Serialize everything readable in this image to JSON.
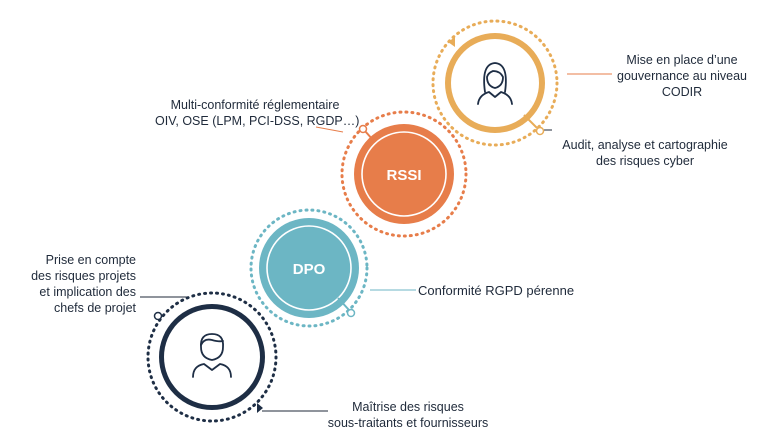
{
  "colors": {
    "navy": "#1e2e45",
    "teal": "#6cb6c4",
    "orange": "#e77d4a",
    "yellow": "#e8ac58",
    "line": "#1f2a3a"
  },
  "steps": [
    {
      "id": "management",
      "icon": "man-avatar-icon"
    },
    {
      "id": "dpo",
      "label": "DPO"
    },
    {
      "id": "rssi",
      "label": "RSSI"
    },
    {
      "id": "governance",
      "icon": "woman-avatar-icon"
    }
  ],
  "annotations": {
    "project_risks": [
      "Prise en compte",
      "des risques projets",
      "et implication des",
      "chefs de projet"
    ],
    "subcontractors": [
      "Maîtrise des risques",
      "sous-traitants et fournisseurs"
    ],
    "gdpr": "Conformité RGPD pérenne",
    "multi_compliance": [
      "Multi-conformité réglementaire",
      "OIV, OSE (LPM, PCI-DSS, RGDP…)"
    ],
    "audit": [
      "Audit, analyse et cartographie",
      "des risques cyber"
    ],
    "governance": [
      "Mise en place d’une",
      "gouvernance au niveau",
      "CODIR"
    ]
  }
}
